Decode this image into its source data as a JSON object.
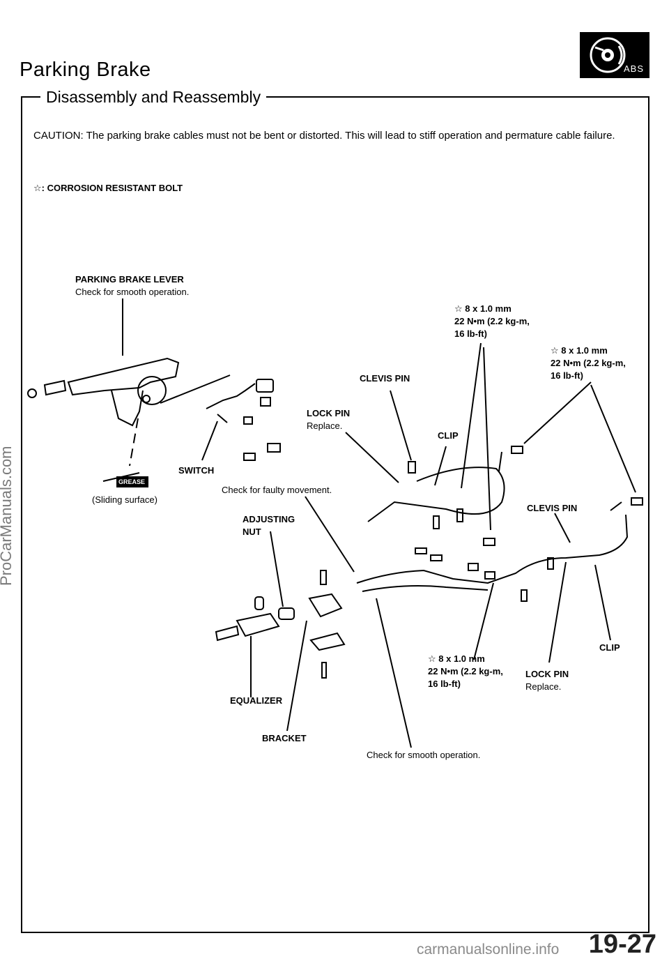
{
  "header": {
    "title": "Parking Brake",
    "section": "Disassembly and Reassembly",
    "badge": "ABS"
  },
  "caution": "CAUTION:  The parking brake cables must not be bent or distorted. This will lead to stiff operation and permature cable failure.",
  "legend": {
    "symbol": "☆",
    "text": ": CORROSION RESISTANT BOLT"
  },
  "labels": {
    "lever_title": "PARKING BRAKE LEVER",
    "lever_note": "Check for smooth operation.",
    "torque_a": [
      "☆ 8 x 1.0 mm",
      "22 N•m (2.2 kg-m,",
      "16 lb-ft)"
    ],
    "torque_b": [
      "☆ 8 x 1.0 mm",
      "22 N•m (2.2 kg-m,",
      "16 lb-ft)"
    ],
    "torque_c": [
      "☆ 8 x 1.0 mm",
      "22 N•m (2.2 kg-m,",
      "16 lb-ft)"
    ],
    "clevis_pin_1": "CLEVIS PIN",
    "clevis_pin_2": "CLEVIS PIN",
    "lock_pin_1": "LOCK PIN",
    "lock_pin_1_note": "Replace.",
    "lock_pin_2": "LOCK PIN",
    "lock_pin_2_note": "Replace.",
    "clip_1": "CLIP",
    "clip_2": "CLIP",
    "switch": "SWITCH",
    "grease": "GREASE",
    "sliding_surface": "(Sliding surface)",
    "faulty_movement": "Check for faulty movement.",
    "adjusting_nut": [
      "ADJUSTING",
      "NUT"
    ],
    "equalizer": "EQUALIZER",
    "bracket": "BRACKET",
    "cable_note": "Check for smooth operation."
  },
  "footer": {
    "page_number": "19-27",
    "side_watermark": "ProCarManuals.com",
    "bottom_watermark": "carmanualsonline.info"
  }
}
